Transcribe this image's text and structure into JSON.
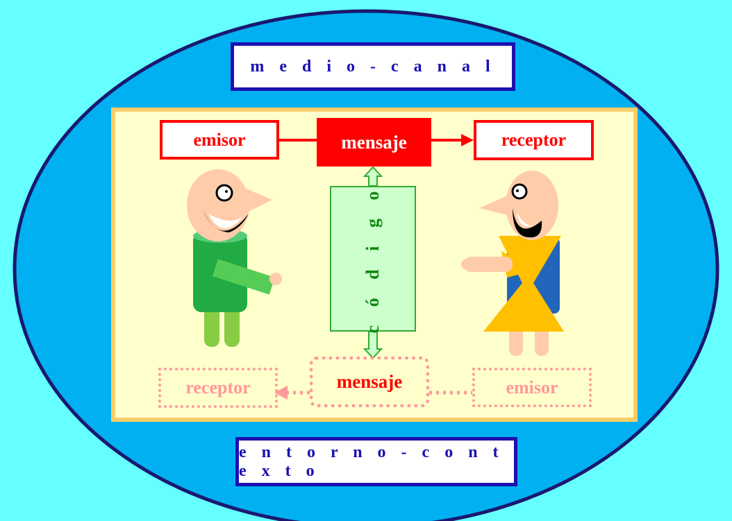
{
  "labels": {
    "medio": "m e d i o   -   c a n a l",
    "entorno": "e n t o r n o - c o n t e x t o",
    "emisor_top": "emisor",
    "mensaje_top": "mensaje",
    "receptor_top": "receptor",
    "codigo": "c ó d i g o",
    "receptor_bottom": "receptor",
    "mensaje_bottom": "mensaje",
    "emisor_bottom": "emisor"
  },
  "colors": {
    "background": "#66ffff",
    "ellipse": "#00b0f0",
    "panel": "#ffffcc",
    "panel_border": "#ffcc66",
    "blue": "#1a10b0",
    "red": "#ff0000",
    "faded_red": "#ff9999",
    "green": "#33aa33"
  },
  "icons": [
    "left-person-illustration",
    "right-person-illustration",
    "arrow-right-icon",
    "arrow-left-icon",
    "double-arrow-icon"
  ]
}
